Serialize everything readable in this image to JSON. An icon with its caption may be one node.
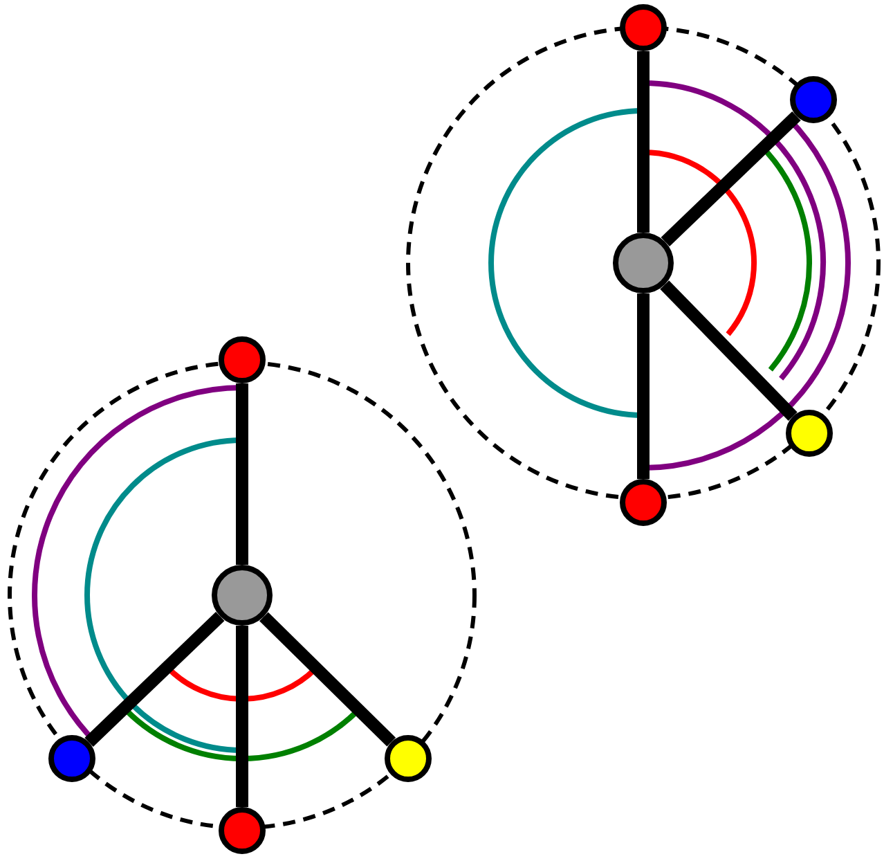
{
  "diagram": {
    "nodes": [
      {
        "text": [],
        "shape": "circle"
      },
      {
        "text": [],
        "shape": "circle"
      },
      {
        "text": [],
        "shape": "circle"
      },
      {
        "text": [],
        "shape": "circle",
        "in": 0
      },
      {
        "text": [],
        "shape": "circle"
      },
      {
        "text": [],
        "shape": "circle"
      },
      {
        "text": [],
        "shape": "circle"
      },
      {
        "text": [],
        "shape": "circle"
      },
      {
        "text": [],
        "shape": "circle",
        "in": 6
      },
      {
        "text": [],
        "shape": "circle"
      },
      {
        "text": [],
        "shape": "circle"
      },
      {
        "text": [],
        "shape": "circle"
      }
    ],
    "edges": [
      {
        "from": 3,
        "to": 1,
        "arrow": "none"
      },
      {
        "from": 3,
        "to": 2,
        "arrow": "none"
      },
      {
        "from": 3,
        "to": 4,
        "arrow": "none"
      },
      {
        "from": 3,
        "to": 5,
        "arrow": "none"
      },
      {
        "from": 8,
        "to": 7,
        "arrow": "none"
      },
      {
        "from": 8,
        "to": 9,
        "arrow": "none"
      },
      {
        "from": 8,
        "to": 10,
        "arrow": "none"
      },
      {
        "from": 8,
        "to": 11,
        "arrow": "none"
      }
    ]
  }
}
